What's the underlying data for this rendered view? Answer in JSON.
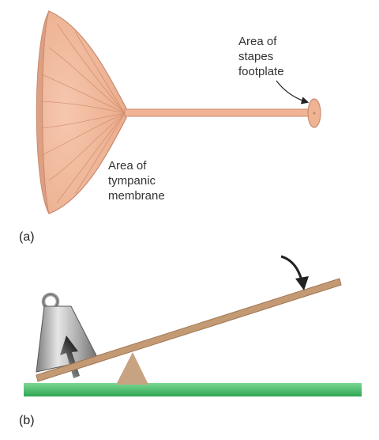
{
  "panel_a": {
    "tag": "(a)",
    "stapes_label": [
      "Area of",
      "stapes",
      "footplate"
    ],
    "tympanic_label": [
      "Area of",
      "tympanic",
      "membrane"
    ]
  },
  "panel_b": {
    "tag": "(b)"
  },
  "colors": {
    "membrane": "#F0B494",
    "membrane_edge": "#C98A6E",
    "lever": "#C49A74",
    "fulcrum": "#C8A382",
    "ground": "#3FBF65",
    "weight": "#9A9A9A"
  }
}
